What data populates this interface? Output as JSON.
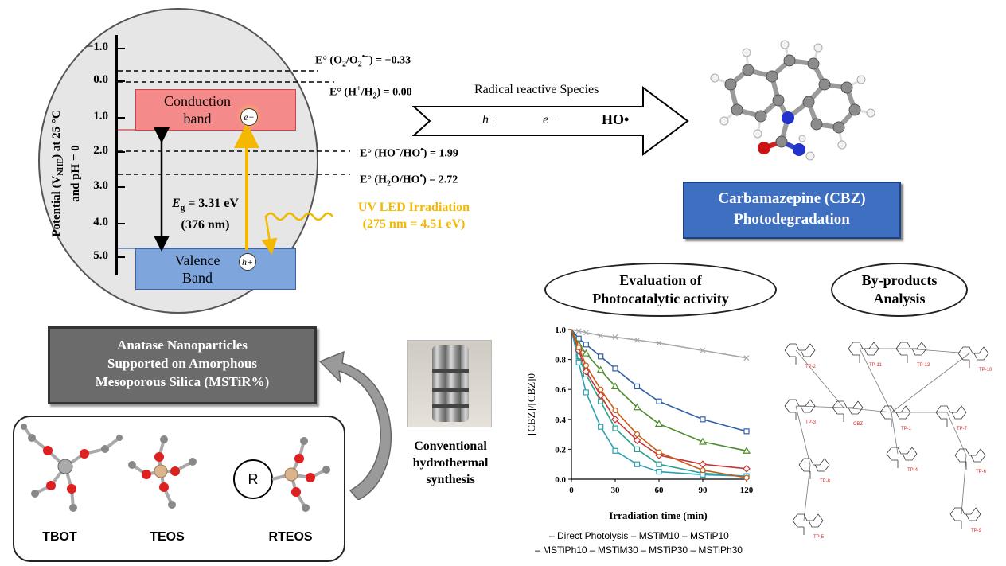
{
  "band_diagram": {
    "y_axis_label": "Potential (V",
    "y_axis_label_sub": "NHE",
    "y_axis_label_tail": ") at 25 °C",
    "y_axis_label_line2": "and pH = 0",
    "ticks": [
      "−1.0",
      "0.0",
      "1.0",
      "2.0",
      "3.0",
      "4.0",
      "5.0"
    ],
    "conduction_band": "Conduction\nband",
    "conduction_band_l1": "Conduction",
    "conduction_band_l2": "band",
    "valence_band_l1": "Valence",
    "valence_band_l2": "Band",
    "electron": "e−",
    "hole": "h+",
    "eg_label": "E",
    "eg_sub": "g",
    "eg_value": " = 3.31 eV",
    "eg_nm": "(376 nm)",
    "uv_line1": "UV LED Irradiation",
    "uv_line2": "(275 nm = 4.51 eV)",
    "potentials": [
      {
        "prefix": "E° (O",
        "sub1": "2",
        "mid": "/O",
        "sub2": "2",
        "sup": "•−",
        "tail": ") = −0.33"
      },
      {
        "prefix": "E° (H",
        "sup": "+",
        "mid": "/H",
        "sub2": "2",
        "tail": ") = 0.00"
      },
      {
        "prefix": "E° (HO",
        "sup": "−",
        "mid": "/HO",
        "sup2": "•",
        "tail": ") = 1.99"
      },
      {
        "prefix": "E° (H",
        "sub1": "2",
        "mid": "O/HO",
        "sup2": "•",
        "tail": ") = 2.72"
      }
    ]
  },
  "arrow": {
    "title": "Radical reactive Species",
    "species": [
      "h+",
      "e−",
      "HO•"
    ]
  },
  "cbz_box": {
    "line1": "Carbamazepine (CBZ)",
    "line2": "Photodegradation"
  },
  "anatase_box": {
    "line1": "Anatase Nanoparticles",
    "line2": "Supported on Amorphous",
    "line3": "Mesoporous Silica (MSTiR%)"
  },
  "precursors": [
    "TBOT",
    "TEOS",
    "RTEOS"
  ],
  "precursor_r": "R",
  "synthesis": {
    "line1": "Conventional",
    "line2": "hydrothermal",
    "line3": "synthesis"
  },
  "evaluation_oval": {
    "line1": "Evaluation of",
    "line2": "Photocatalytic activity"
  },
  "byproducts_oval": {
    "line1": "By-products",
    "line2": "Analysis"
  },
  "byproduct_labels": [
    "TP-2",
    "TP-11",
    "TP-12",
    "TP-10",
    "TP-3",
    "CBZ",
    "TP-1",
    "TP-7",
    "TP-8",
    "TP-4",
    "TP-6",
    "TP-9",
    "TP-5"
  ],
  "chart_data": {
    "type": "scatter",
    "xlabel": "Irradiation time (min)",
    "ylabel": "[CBZ]/[CBZ]0",
    "xlim": [
      0,
      120
    ],
    "ylim": [
      0,
      1.0
    ],
    "x_ticks": [
      "0",
      "30",
      "60",
      "90",
      "120"
    ],
    "y_ticks": [
      "0.0",
      "0.2",
      "0.4",
      "0.6",
      "0.8",
      "1.0"
    ],
    "x": [
      0,
      5,
      10,
      20,
      30,
      45,
      60,
      90,
      120
    ],
    "series": [
      {
        "name": "Direct Photolysis",
        "color": "#a8a8a8",
        "marker": "x",
        "values": [
          1.0,
          0.99,
          0.98,
          0.96,
          0.95,
          0.93,
          0.91,
          0.86,
          0.81
        ]
      },
      {
        "name": "MSTiM10",
        "color": "#2f5fa8",
        "marker": "square",
        "values": [
          1.0,
          0.94,
          0.9,
          0.82,
          0.74,
          0.62,
          0.52,
          0.4,
          0.32
        ]
      },
      {
        "name": "MSTiP10",
        "color": "#4a8c2a",
        "marker": "triangle",
        "values": [
          1.0,
          0.9,
          0.84,
          0.73,
          0.62,
          0.48,
          0.37,
          0.25,
          0.19
        ]
      },
      {
        "name": "MSTiPh10",
        "color": "#2aa08c",
        "marker": "square",
        "values": [
          1.0,
          0.82,
          0.7,
          0.52,
          0.34,
          0.2,
          0.1,
          0.04,
          0.02
        ]
      },
      {
        "name": "MSTiM30",
        "color": "#2aa0b4",
        "marker": "square",
        "values": [
          1.0,
          0.78,
          0.58,
          0.35,
          0.19,
          0.1,
          0.05,
          0.03,
          0.02
        ]
      },
      {
        "name": "MSTiP30",
        "color": "#c83232",
        "marker": "diamond",
        "values": [
          1.0,
          0.86,
          0.72,
          0.56,
          0.4,
          0.26,
          0.16,
          0.1,
          0.07
        ]
      },
      {
        "name": "MSTiPh30",
        "color": "#c85a14",
        "marker": "circle",
        "values": [
          1.0,
          0.88,
          0.76,
          0.6,
          0.46,
          0.3,
          0.18,
          0.06,
          0.01
        ]
      }
    ],
    "legend_line1": "– Direct Photolysis – MSTiM10 – MSTiP10",
    "legend_line2": "– MSTiPh10 – MSTiM30 – MSTiP30 – MSTiPh30"
  },
  "colors": {
    "conduction": "#f48a8a",
    "valence": "#7fa6dc",
    "uv": "#f5b800",
    "cbz_box": "#3f6fc0",
    "anatase_box": "#6b6b6b"
  }
}
